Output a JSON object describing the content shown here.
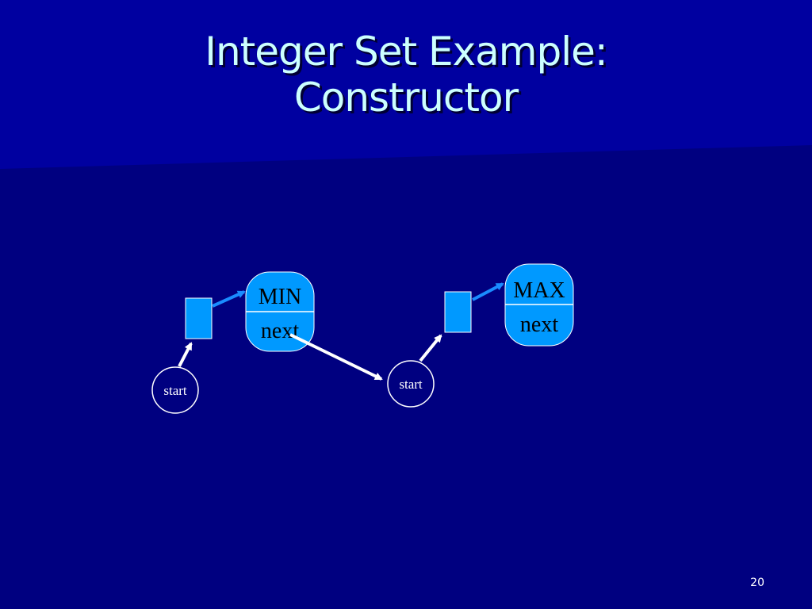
{
  "title": {
    "line1": "Integer Set Example:",
    "line2": "Constructor"
  },
  "nodes": [
    {
      "value_label": "MIN",
      "pointer_label": "next"
    },
    {
      "value_label": "MAX",
      "pointer_label": "next"
    }
  ],
  "start_labels": [
    "start",
    "start"
  ],
  "page_number": "20",
  "colors": {
    "background": "#000080",
    "title_band": "#0000A0",
    "node_fill": "#0099FF",
    "title_text": "#CCFFFF",
    "arrow_blue": "#1A8CFF",
    "arrow_white": "#FFFFFF"
  }
}
